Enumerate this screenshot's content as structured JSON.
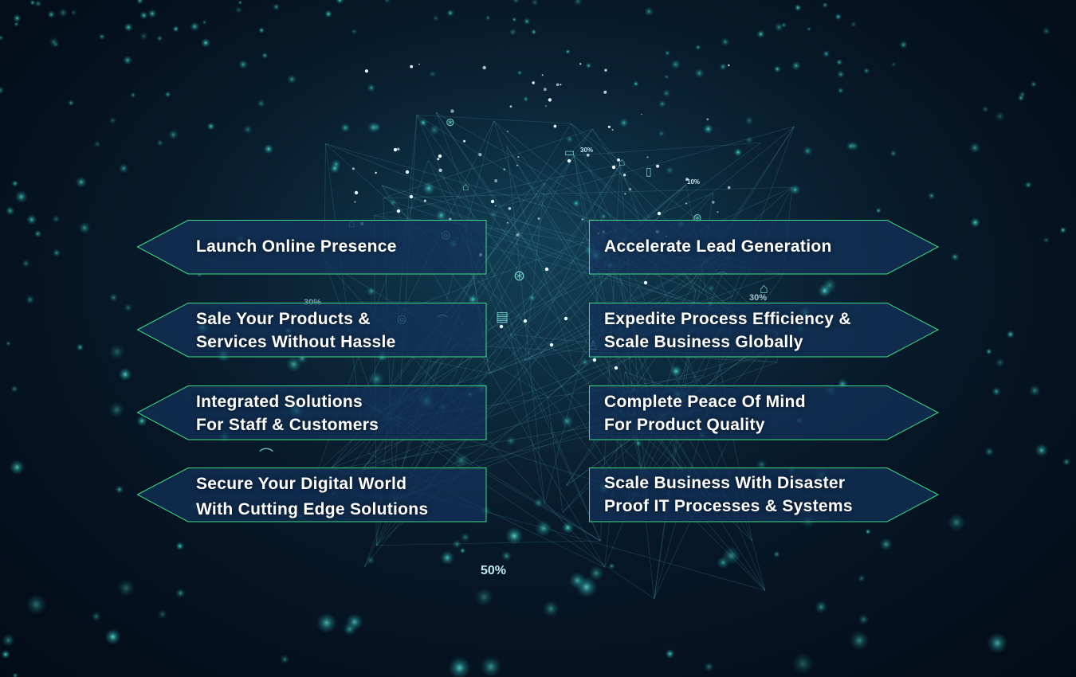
{
  "colors": {
    "background": "#07182a",
    "panel_fill": "#12305a",
    "panel_border": "#3ddc84",
    "text": "#ffffff",
    "node": "#4fe3d6"
  },
  "left_items": [
    {
      "lines": [
        "Launch Online Presence"
      ]
    },
    {
      "lines": [
        "Sale Your Products &",
        "Services Without Hassle"
      ]
    },
    {
      "lines": [
        "Integrated Solutions",
        "For Staff & Customers"
      ]
    },
    {
      "lines": [
        "Secure Your Digital World",
        "With Cutting Edge Solutions"
      ]
    }
  ],
  "right_items": [
    {
      "lines": [
        "Accelerate Lead Generation"
      ]
    },
    {
      "lines": [
        "Expedite Process Efficiency &",
        "Scale Business Globally"
      ]
    },
    {
      "lines": [
        "Complete Peace Of Mind",
        "For Product Quality"
      ]
    },
    {
      "lines": [
        "Scale Business With Disaster",
        "Proof IT Processes & Systems"
      ]
    }
  ],
  "background_labels": {
    "pct_30_a": "30%",
    "pct_10": "10%",
    "pct_30_b": "30%",
    "pct_30_c": "30%",
    "pct_50": "50%"
  },
  "icons": [
    "bag-icon",
    "watch-icon",
    "shoe-icon",
    "notebook-icon",
    "shirt-icon",
    "cart-icon",
    "lifebuoy-icon",
    "wallet-icon"
  ]
}
